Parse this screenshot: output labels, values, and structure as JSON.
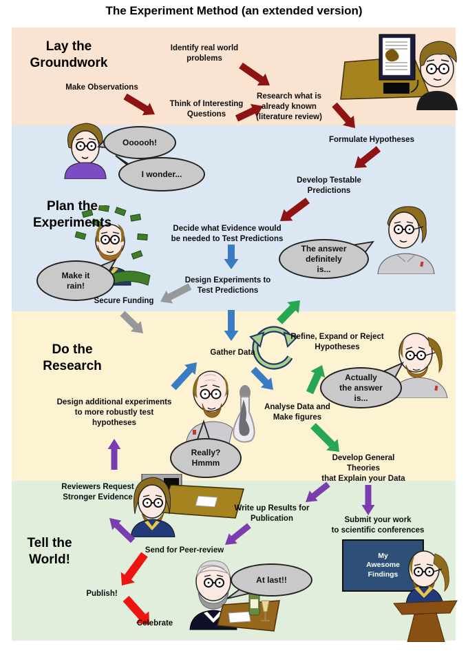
{
  "title": "The Experiment Method (an extended version)",
  "sections": [
    {
      "label": "Lay the\nGroundwork"
    },
    {
      "label": "Plan the\nExperiments"
    },
    {
      "label": "Do the\nResearch"
    },
    {
      "label": "Tell the\nWorld!"
    }
  ],
  "steps": [
    {
      "text": "Identify real world\nproblems"
    },
    {
      "text": "Make Observations"
    },
    {
      "text": "Think of Interesting\nQuestions"
    },
    {
      "text": "Research what is\nalready known\n(literature review)"
    },
    {
      "text": "Formulate Hypotheses"
    },
    {
      "text": "Develop Testable\nPredictions"
    },
    {
      "text": "Decide what Evidence would\nbe needed to Test Predictions"
    },
    {
      "text": "Design Experiments to\nTest Predictions"
    },
    {
      "text": "Secure Funding"
    },
    {
      "text": "Gather Data"
    },
    {
      "text": "Refine, Expand or Reject\nHypotheses"
    },
    {
      "text": "Analyse Data and\nMake figures"
    },
    {
      "text": "Design additional experiments\nto more robustly test\nhypotheses"
    },
    {
      "text": "Develop General\nTheories\nthat Explain your Data"
    },
    {
      "text": "Reviewers Request\nStronger Evidence"
    },
    {
      "text": "Write up Results for\nPublication"
    },
    {
      "text": "Submit your work\nto scientific conferences"
    },
    {
      "text": "Send for Peer-review"
    },
    {
      "text": "Publish!"
    },
    {
      "text": "Celebrate"
    }
  ],
  "bubbles": [
    {
      "text": "Oooooh!"
    },
    {
      "text": "I wonder..."
    },
    {
      "text": "Make it\nrain!"
    },
    {
      "text": "The answer\ndefinitely\nis..."
    },
    {
      "text": "Actually\nthe answer\nis..."
    },
    {
      "text": "Really?\nHmmm"
    },
    {
      "text": "At last!!"
    }
  ],
  "conference_board": "My\nAwesome\nFindings",
  "colors": {
    "band_groundwork": "#fbe3d1",
    "band_plan": "#dbe7f2",
    "band_research": "#fdf3d2",
    "band_tell": "#e1eedb",
    "arrow_maroon": "#8e1313",
    "arrow_blue": "#3a7cc4",
    "arrow_green": "#27a751",
    "arrow_gray": "#96989a",
    "arrow_purple": "#7a3daf",
    "arrow_red": "#ee1511",
    "bubble_fill": "#c9c9c9",
    "board_navy": "#2d4f78"
  }
}
